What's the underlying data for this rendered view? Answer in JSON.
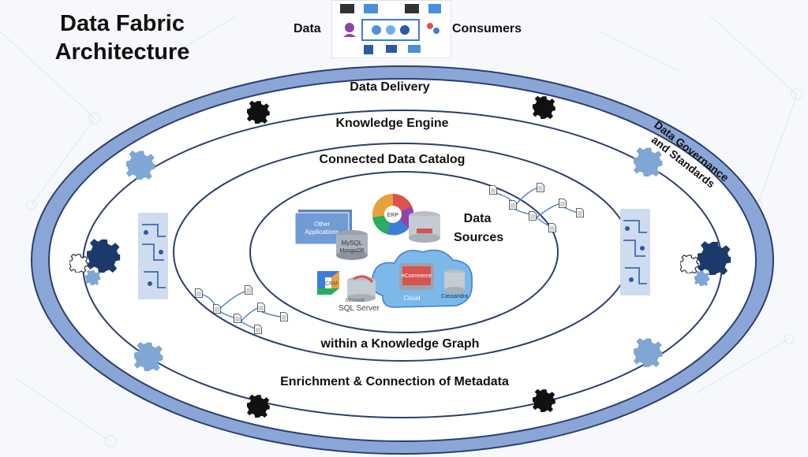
{
  "title": {
    "line1": "Data Fabric",
    "line2": "Architecture"
  },
  "header": {
    "left_label": "Data",
    "right_label": "Consumers"
  },
  "rings": {
    "delivery": "Data Delivery",
    "engine": "Knowledge Engine",
    "catalog": "Connected Data Catalog",
    "graph": "within a Knowledge Graph",
    "metadata": "Enrichment  & Connection of Metadata"
  },
  "governance": {
    "line1": "Data Governance",
    "line2": "and Standards"
  },
  "sources": {
    "title_line1": "Data",
    "title_line2": "Sources",
    "items": {
      "other_apps": "Other\nApplications",
      "mysql": "MySQL",
      "mongodb": "MongoDB",
      "erp": "ERP",
      "crm": "CRM",
      "sqlserver": "SQL Server",
      "microsoft": "Microsoft",
      "ecommerce": "eCommerce",
      "cloud": "Cloud",
      "cassandra": "Cassandra"
    }
  },
  "colors": {
    "ring_fill": "#8aa6d6",
    "ring_stroke": "#2c3e70",
    "gear_light": "#7fa6d4",
    "gear_dark": "#1b3a6b",
    "gear_black": "#111111"
  }
}
